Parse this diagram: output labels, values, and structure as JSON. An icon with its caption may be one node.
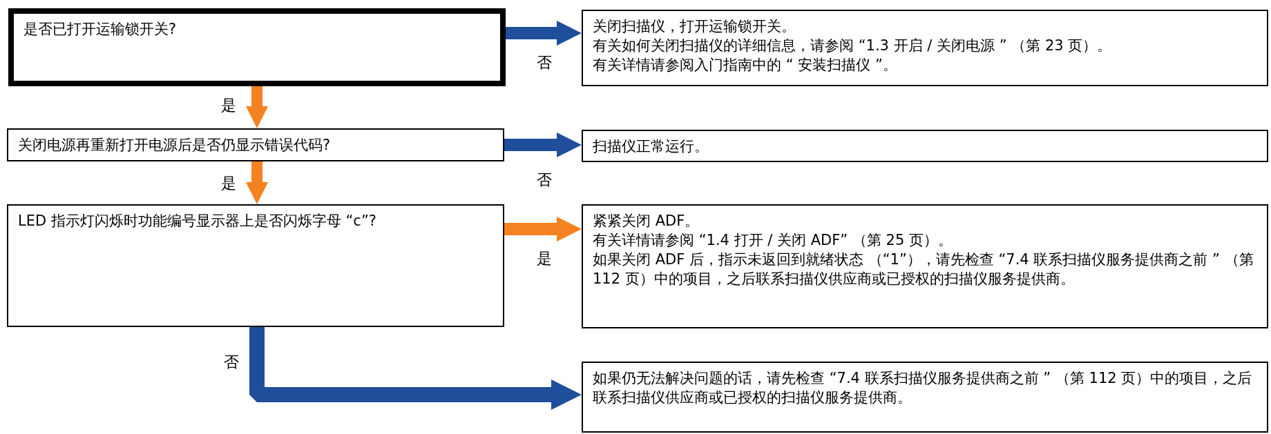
{
  "diagram": {
    "nodes": [
      {
        "text": [
          "是否已打开运输锁开关?"
        ]
      },
      {
        "text": [
          "关闭扫描仪，打开运输锁开关。",
          "有关如何关闭扫描仪的详细信息，请参阅 “1.3 开启 / 关闭电源 ” （第 23 页）。",
          "有关详情请参阅入门指南中的 “ 安装扫描仪 ”。"
        ]
      },
      {
        "text": [
          "关闭电源再重新打开电源后是否仍显示错误代码?"
        ]
      },
      {
        "text": [
          "扫描仪正常运行。"
        ]
      },
      {
        "text": [
          "LED 指示灯闪烁时功能编号显示器上是否闪烁字母 “c”?"
        ]
      },
      {
        "text": [
          "紧紧关闭 ADF。",
          "有关详情请参阅 “1.4 打开 / 关闭 ADF” （第 25 页）。",
          "如果关闭 ADF 后，指示未返回到就绪状态 （“1”），请先检查 “7.4 联系扫描仪服务提供商之前 ” （第 112 页）中的项目，之后联系扫描仪供应商或已授权的扫描仪服务提供商。"
        ]
      },
      {
        "text": [
          "如果仍无法解决问题的话，请先检查 “7.4 联系扫描仪服务提供商之前 ” （第 112 页）中的项目，之后联系扫描仪供应商或已授权的扫描仪服务提供商。"
        ]
      }
    ],
    "edges": [
      {
        "from": 0,
        "to": 1,
        "arrow": "to",
        "label": "否",
        "color": "#1f4e9a"
      },
      {
        "from": 0,
        "to": 2,
        "arrow": "to",
        "label": "是",
        "color": "#f58220"
      },
      {
        "from": 2,
        "to": 3,
        "arrow": "to",
        "label": "否",
        "color": "#1f4e9a"
      },
      {
        "from": 2,
        "to": 4,
        "arrow": "to",
        "label": "是",
        "color": "#f58220"
      },
      {
        "from": 4,
        "to": 5,
        "arrow": "to",
        "label": "是",
        "color": "#f58220"
      },
      {
        "from": 4,
        "to": 6,
        "arrow": "to",
        "label": "否",
        "color": "#1f4e9a"
      }
    ]
  }
}
